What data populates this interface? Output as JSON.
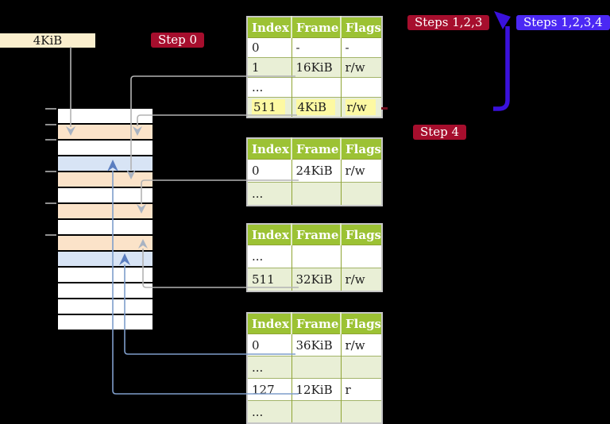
{
  "page_size_label": "4KiB",
  "step_labels": {
    "step0": "Step 0",
    "steps123": "Steps 1,2,3",
    "steps1234": "Steps 1,2,3,4",
    "step4": "Step 4"
  },
  "colors": {
    "step_red": "#a60e2d",
    "steps_blue": "#4b28f4",
    "recursive_arrow_blue": "#3a11dc",
    "table_header_green": "#9cc234",
    "table_row_green": "#e9efd6",
    "highlight_yellow": "#fdf9a2",
    "memory_orange": "#fbe3c9",
    "memory_blue": "#d8e4f5",
    "page_size_cream": "#faeecd"
  },
  "memory_rows": [
    "white",
    "orange",
    "white",
    "blue",
    "orange",
    "white",
    "orange",
    "white",
    "orange",
    "blue",
    "white",
    "white",
    "white",
    "white"
  ],
  "tables": [
    {
      "headers": [
        "Index",
        "Frame",
        "Flags"
      ],
      "rows": [
        [
          "0",
          "-",
          "-"
        ],
        [
          "1",
          "16KiB",
          "r/w"
        ],
        [
          "...",
          "",
          ""
        ],
        [
          "511",
          "4KiB",
          "r/w"
        ]
      ]
    },
    {
      "headers": [
        "Index",
        "Frame",
        "Flags"
      ],
      "rows": [
        [
          "0",
          "24KiB",
          "r/w"
        ],
        [
          "...",
          "",
          ""
        ]
      ]
    },
    {
      "headers": [
        "Index",
        "Frame",
        "Flags"
      ],
      "rows": [
        [
          "...",
          "",
          ""
        ],
        [
          "511",
          "32KiB",
          "r/w"
        ]
      ]
    },
    {
      "headers": [
        "Index",
        "Frame",
        "Flags"
      ],
      "rows": [
        [
          "0",
          "36KiB",
          "r/w"
        ],
        [
          "...",
          "",
          ""
        ],
        [
          "127",
          "12KiB",
          "r"
        ],
        [
          "...",
          "",
          ""
        ]
      ]
    }
  ]
}
